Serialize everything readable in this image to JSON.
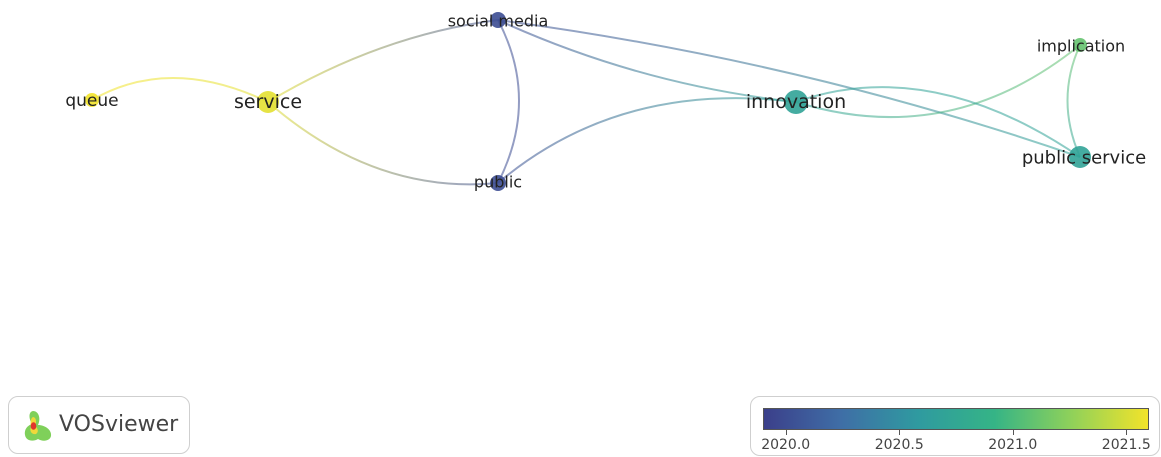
{
  "brand": {
    "name": "VOSviewer"
  },
  "overlay_scale": {
    "min": 2019.9,
    "max": 2021.6,
    "ticks": [
      "2020.0",
      "2020.5",
      "2021.0",
      "2021.5"
    ],
    "tick_values": [
      2020.0,
      2020.5,
      2021.0,
      2021.5
    ],
    "colors": [
      "#3b3f8a",
      "#3f6ea6",
      "#2f9aa0",
      "#35b486",
      "#8fd15a",
      "#f2e32a"
    ]
  },
  "nodes": [
    {
      "id": "queue",
      "label": "queue",
      "year": 2021.6,
      "weight": 1
    },
    {
      "id": "service",
      "label": "service",
      "year": 2021.55,
      "weight": 3
    },
    {
      "id": "social_media",
      "label": "social media",
      "year": 2020.0,
      "weight": 2
    },
    {
      "id": "public",
      "label": "public",
      "year": 2020.0,
      "weight": 2
    },
    {
      "id": "innovation",
      "label": "innovation",
      "year": 2020.7,
      "weight": 4
    },
    {
      "id": "implication",
      "label": "implication",
      "year": 2021.1,
      "weight": 1
    },
    {
      "id": "public_service",
      "label": "public service",
      "year": 2020.7,
      "weight": 3
    }
  ],
  "links": [
    [
      "queue",
      "service"
    ],
    [
      "service",
      "social_media"
    ],
    [
      "service",
      "public"
    ],
    [
      "social_media",
      "public"
    ],
    [
      "social_media",
      "innovation"
    ],
    [
      "social_media",
      "public_service"
    ],
    [
      "public",
      "innovation"
    ],
    [
      "innovation",
      "implication"
    ],
    [
      "innovation",
      "public_service"
    ],
    [
      "implication",
      "public_service"
    ]
  ]
}
